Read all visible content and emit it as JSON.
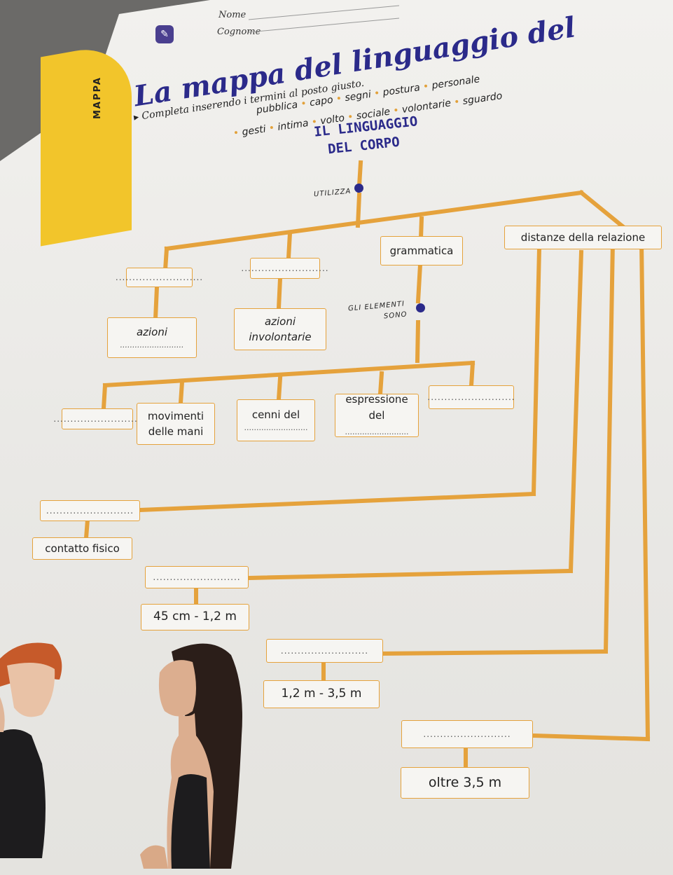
{
  "header": {
    "nome_label": "Nome",
    "cognome_label": "Cognome",
    "section_label": "MAPPA",
    "title": "La mappa del linguaggio del",
    "instruction": "Completa inserendo i termini al posto giusto."
  },
  "word_bank": {
    "line1": [
      "pubblica",
      "capo",
      "segni",
      "postura",
      "personale"
    ],
    "line2": [
      "gesti",
      "intima",
      "volto",
      "sociale",
      "volontarie",
      "sguardo"
    ]
  },
  "map": {
    "root_line1": "IL LINGUAGGIO",
    "root_line2": "DEL CORPO",
    "connector_utilizza": "UTILIZZA",
    "connector_elementi_line1": "GLI ELEMENTI",
    "connector_elementi_line2": "SONO",
    "blank": "..........................",
    "level1": {
      "grammatica": "grammatica",
      "distanze": "distanze della relazione"
    },
    "level2": {
      "azioni_vol_line1": "azioni",
      "azioni_invol_line1": "azioni",
      "azioni_invol_line2": "involontarie"
    },
    "elements": {
      "movimenti_line1": "movimenti",
      "movimenti_line2": "delle mani",
      "cenni_line1": "cenni del",
      "espressione_line1": "espressione",
      "espressione_line2": "del"
    },
    "distances": {
      "contatto": "contatto fisico",
      "d2": "45 cm - 1,2 m",
      "d3": "1,2 m - 3,5 m",
      "d4": "oltre 3,5 m"
    }
  },
  "colors": {
    "line": "#e5a23c",
    "accent": "#2b2a8a",
    "band": "#f2c52b"
  }
}
